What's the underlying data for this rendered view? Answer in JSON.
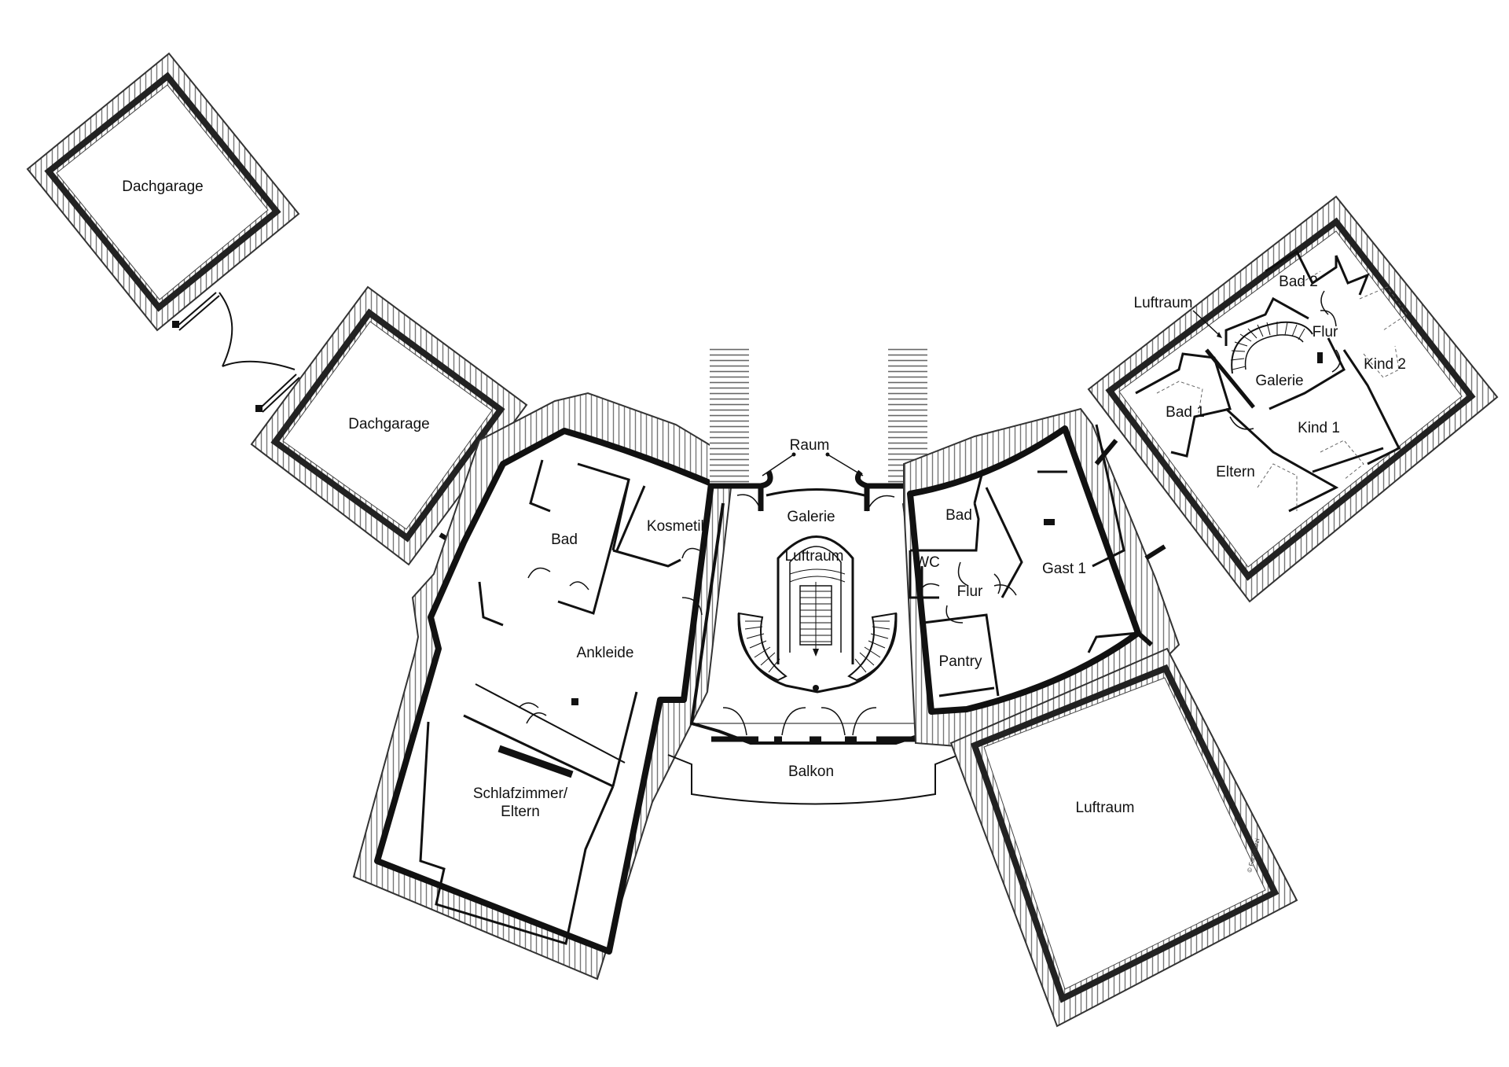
{
  "rooms": {
    "dachgarage_1": "Dachgarage",
    "dachgarage_2": "Dachgarage",
    "bad_left": "Bad",
    "kosmetik": "Kosmetik",
    "ankleide": "Ankleide",
    "schlaf_line1": "Schlafzimmer/",
    "schlaf_line2": "Eltern",
    "raum": "Raum",
    "galerie_center": "Galerie",
    "luftraum_center": "Luftraum",
    "balkon": "Balkon",
    "bad_right": "Bad",
    "wc": "WC",
    "flur_center": "Flur",
    "pantry": "Pantry",
    "gast1": "Gast 1",
    "luftraum_right": "Luftraum",
    "luftraum_far": "Luftraum",
    "bad1": "Bad 1",
    "bad2": "Bad 2",
    "flur_far": "Flur",
    "galerie_far": "Galerie",
    "kind2": "Kind 2",
    "kind1": "Kind 1",
    "eltern": "Eltern"
  },
  "watermark": "© Faramarzi"
}
